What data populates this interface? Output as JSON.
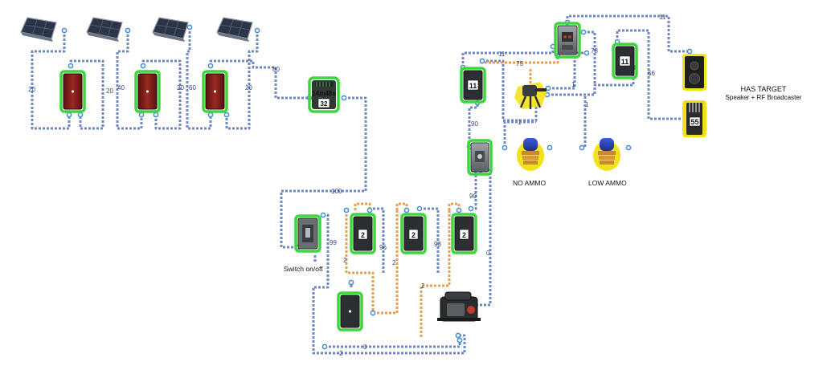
{
  "components": {
    "battery_a": {
      "label": "11"
    },
    "battery_b": {
      "label": "11"
    },
    "battery_small_1": {
      "label": "2"
    },
    "battery_small_2": {
      "label": "2"
    },
    "battery_small_3": {
      "label": "2"
    },
    "timer": {
      "time": "14m48s",
      "count": "32"
    },
    "hbcounter": {
      "value": "55"
    }
  },
  "annotations": {
    "switch": "Switch on/off",
    "no_ammo": "NO AMMO",
    "low_ammo": "LOW AMMO",
    "has_target_title": "HAS TARGET",
    "has_target_sub": "Speaker + RF Broadcaster"
  },
  "wire_values": {
    "w20a": "20",
    "w20b": "20",
    "w40": "40",
    "w20c": "20",
    "w60": "60",
    "w20d": "20",
    "w80": "80",
    "w100": "100",
    "w99": "99",
    "w96": "96",
    "w93": "93",
    "w2a": "2",
    "w2b": "2",
    "w2c": "2",
    "w0a": "0",
    "w0b": "0",
    "w2d": "2",
    "w90a": "90",
    "w90b": "90",
    "w11a": "11",
    "w75": "75",
    "w1a": "1",
    "w1b": "1",
    "w1c": "1",
    "w78": "78",
    "w11b": "11",
    "w66": "66"
  },
  "colors": {
    "wire_blue": "#6f88c4",
    "wire_orange": "#e8a050",
    "highlight_green": "#3dd63d",
    "highlight_yellow": "#f2e21a",
    "port": "#4f8fd6"
  }
}
